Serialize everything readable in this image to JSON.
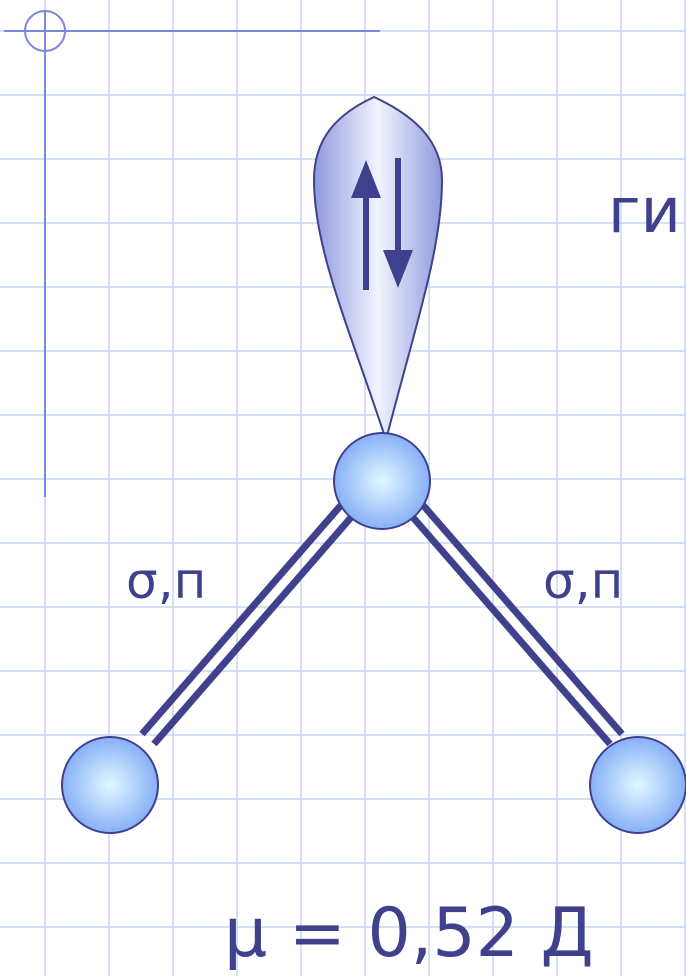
{
  "diagram": {
    "cut_off_text": "ги",
    "bond_left_label": "σ,п",
    "bond_right_label": "σ,п",
    "dipole_moment": "μ = 0,52 Д",
    "colors": {
      "grid": "#c9d6f2",
      "guide": "#7a86e0",
      "bond": "#3f418d",
      "atom_fill_center": "#e3f7ff",
      "atom_fill_edge": "#7fa8f5",
      "atom_stroke": "#3f418d",
      "orbital_fill_center": "#f2f4ff",
      "orbital_fill_edge": "#8f99dc",
      "text": "#3f418d"
    },
    "icons": [
      "lone-pair-orbital",
      "spin-up-arrow-icon",
      "spin-down-arrow-icon",
      "crosshair-icon"
    ]
  }
}
